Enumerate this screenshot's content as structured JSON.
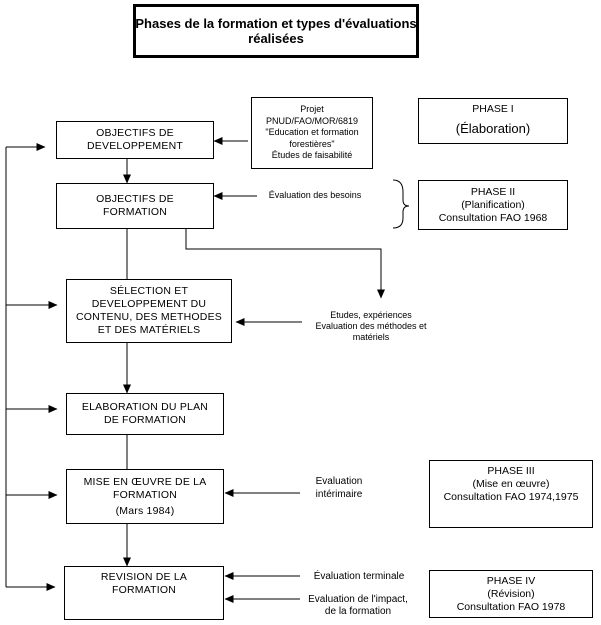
{
  "title": {
    "line1": "Phases de la formation et types d'évaluations",
    "line2": "réalisées"
  },
  "flow_boxes": {
    "objectifs_dev": [
      "OBJECTIFS DE",
      "DEVELOPPEMENT"
    ],
    "objectifs_form": [
      "OBJECTIFS DE",
      "FORMATION"
    ],
    "selection": [
      "SÉLECTION ET",
      "DEVELOPPEMENT DU",
      "CONTENU, DES METHODES",
      "ET DES MATÉRIELS"
    ],
    "elaboration": [
      "ELABORATION DU PLAN",
      "DE FORMATION"
    ],
    "mise_en_oeuvre": [
      "MISE EN ŒUVRE DE LA",
      "FORMATION",
      "(Mars 1984)"
    ],
    "revision": [
      "REVISION DE LA",
      "FORMATION"
    ]
  },
  "notes": {
    "projet": [
      "Projet",
      "PNUD/FAO/MOR/6819",
      "\"Education et formation",
      "forestières\"",
      "Études de faisabilité"
    ],
    "besoins": [
      "Évaluation des besoins"
    ],
    "etudes": [
      "Etudes, expériences",
      "Evaluation des méthodes et",
      "matériels"
    ],
    "intermediaire": [
      "Evaluation",
      "intérimaire"
    ],
    "terminale": [
      "Évaluation terminale"
    ],
    "impact": [
      "Evaluation de l'impact,",
      "de la formation"
    ]
  },
  "phases": {
    "phase1": [
      "PHASE I",
      "(Élaboration)"
    ],
    "phase2": [
      "PHASE II",
      "(Planification)",
      "Consultation FAO 1968"
    ],
    "phase3": [
      "PHASE III",
      "(Mise en œuvre)",
      "Consultation FAO 1974,1975"
    ],
    "phase4": [
      "PHASE IV",
      "(Révision)",
      "Consultation FAO 1978"
    ]
  }
}
